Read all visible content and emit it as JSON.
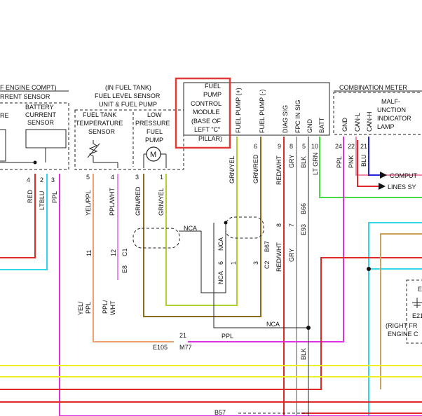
{
  "labels": {
    "engine_compt_1": "F ENGINE COMPT)",
    "engine_compt_2": "RRENT SENSOR",
    "re_frag": "RE",
    "battery_1": "BATTERY",
    "battery_2": "CURRENT",
    "battery_3": "SENSOR",
    "in_fuel_tank": "(IN FUEL TANK)",
    "fuel_level_1": "FUEL LEVEL SENSOR",
    "fuel_level_2": "UNIT & FUEL PUMP",
    "ftt_1": "FUEL TANK",
    "ftt_2": "TEMPERATURE",
    "ftt_3": "SENSOR",
    "lp_1": "LOW",
    "lp_2": "PRESSURE",
    "lp_3": "FUEL",
    "lp_4": "PUMP",
    "motor": "M",
    "fpcm_1": "FUEL",
    "fpcm_2": "PUMP",
    "fpcm_3": "CONTROL",
    "fpcm_4": "MODULE",
    "fpcm_5": "(BASE OF",
    "fpcm_6": "LEFT \"C\"",
    "fpcm_7": "PILLAR)",
    "comb_meter": "COMBINATION METER",
    "mil_1": "MALF-",
    "mil_2": "UNCTION",
    "mil_3": "INDICATOR",
    "mil_4": "LAMP",
    "computer": "COMPUT",
    "lines": "LINES SY",
    "right_front_1": "(RIGHT FR",
    "right_front_2": "ENGINE C",
    "e21": "E21",
    "e_frag": "E"
  },
  "pins": {
    "fuel_pump_pos": "FUEL PUMP (+)",
    "fuel_pump_neg": "FUEL PUMP (-)",
    "diag_sig": "DIAG SIG",
    "fpc_in_sig": "FPC IN SIG",
    "gnd": "GND",
    "batt": "BATT",
    "gnd_meter": "GND",
    "can_l": "CAN-L",
    "can_h": "CAN-H"
  },
  "pin_numbers": {
    "p4": "4",
    "p2": "2",
    "p3": "3",
    "p5": "5",
    "p4b": "4",
    "p3b": "3",
    "p1": "1",
    "p6": "6",
    "p9": "9",
    "p8": "8",
    "p10": "10",
    "p24": "24",
    "p22": "22",
    "p21": "21",
    "p11": "11",
    "p12": "12",
    "p6b": "6",
    "p1b": "1",
    "p3c": "3",
    "p8b": "8",
    "p7": "7",
    "p5b": "5",
    "p21b": "21"
  },
  "wires": {
    "red": "RED",
    "ltblu": "LTBLU",
    "ppl": "PPL",
    "yel_ppl": "YEL/PPL",
    "ppl_wht": "PPL/WHT",
    "grn_red": "GRN/RED",
    "grn_yel": "GRN/YEL",
    "grn_yel_b": "GRN/YEL",
    "grn_red_b": "GRN/RED",
    "red_wht": "RED/WHT",
    "gry": "GRY",
    "blk": "BLK",
    "lt_grn": "LT GRN",
    "ppl_b": "PPL",
    "pnk": "PNK",
    "blu": "BLU",
    "nca_1": "NCA",
    "nca_2": "NCA",
    "nca_3": "NCA",
    "nca_4": "NCA",
    "red_wht_b": "RED/WHT",
    "gry_b": "GRY",
    "blk_b": "BLK",
    "yel_ppl_b_1": "YEL/",
    "yel_ppl_b_2": "PPL",
    "ppl_wht_b_1": "PPL/",
    "ppl_wht_b_2": "WHT",
    "ppl_c": "PPL"
  },
  "connectors": {
    "c1": "C1",
    "e8": "E8",
    "b67": "B67",
    "c2": "C2",
    "b66": "B66",
    "e93": "E93",
    "e105": "E105",
    "m77": "M77",
    "b57": "B57"
  },
  "highlight_color": "#e03a3a",
  "wire_colors": {
    "red": "#e02a2a",
    "cyan": "#33d6e6",
    "magenta": "#e030e0",
    "green": "#44dd44",
    "yellow": "#f0f020",
    "olive": "#b0d030",
    "brown": "#8a6a1a",
    "tan": "#c8a060",
    "gray": "#a8a8a8",
    "black": "#111111",
    "blue": "#2222dd",
    "pink": "#f08aaa",
    "salmon": "#f0a070"
  }
}
